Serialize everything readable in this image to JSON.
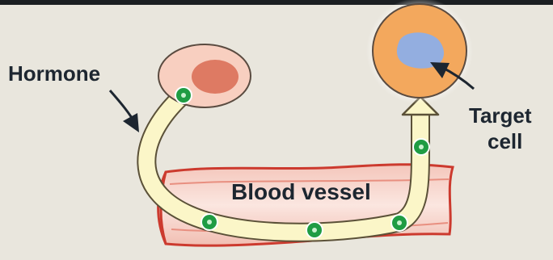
{
  "labels": {
    "hormone": "Hormone",
    "blood_vessel": "Blood vessel",
    "target_line1": "Target",
    "target_line2": "cell"
  },
  "colors": {
    "background": "#e9e6dd",
    "top_border": "#1b1f22",
    "vessel_fill": "#f6d6cd",
    "vessel_stroke": "#cc3a2e",
    "secreting_cell_fill": "#f8cfc0",
    "secreting_cell_nucleus": "#de7a63",
    "target_cell_fill": "#f3a85d",
    "target_cell_nucleus": "#93aee0",
    "pathway_fill": "#fbf6c8",
    "pathway_stroke": "#5b5138",
    "hormone_dot": "#1f9c43",
    "arrow": "#1d2630"
  },
  "icons": [
    "hormone-molecule",
    "arrow"
  ]
}
